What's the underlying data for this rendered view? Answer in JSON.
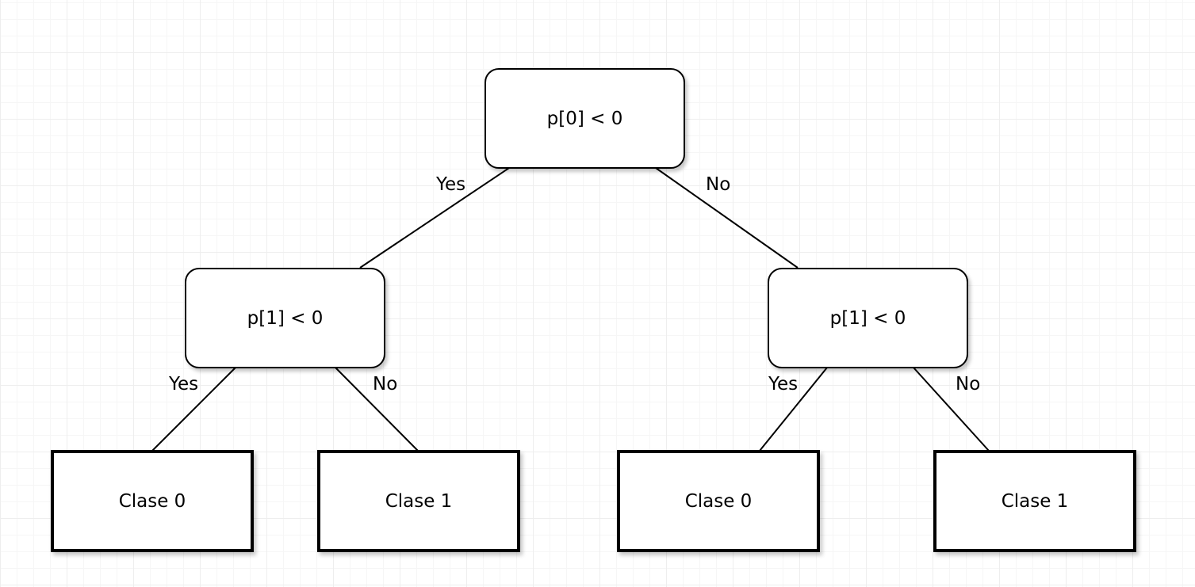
{
  "root": {
    "label": "p[0] < 0"
  },
  "left_decision": {
    "label": "p[1] < 0"
  },
  "right_decision": {
    "label": "p[1] < 0"
  },
  "leaves": [
    {
      "label": "Clase 0"
    },
    {
      "label": "Clase 1"
    },
    {
      "label": "Clase 0"
    },
    {
      "label": "Clase 1"
    }
  ],
  "edges": {
    "root_left": "Yes",
    "root_right": "No",
    "left_left": "Yes",
    "left_right": "No",
    "right_left": "Yes",
    "right_right": "No"
  }
}
